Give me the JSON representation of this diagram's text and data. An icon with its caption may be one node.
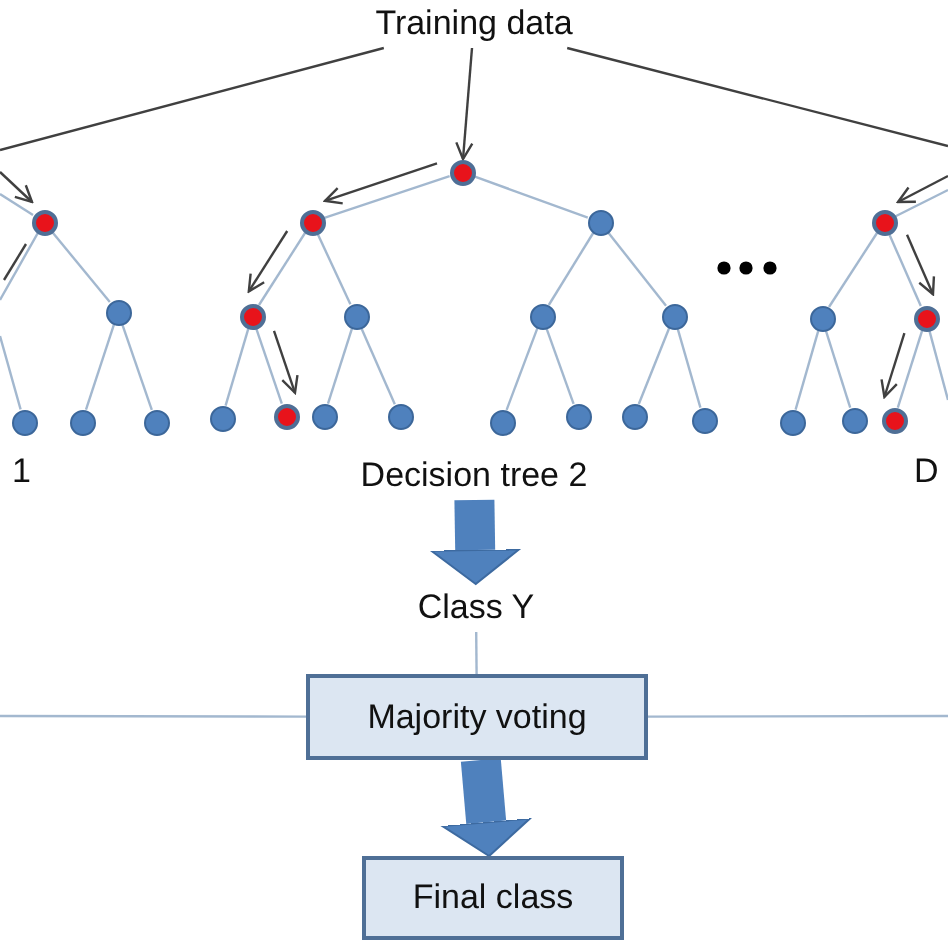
{
  "diagram": {
    "nodes": [
      {
        "text": [
          "Training data"
        ]
      },
      {
        "text": [],
        "shape": "circle"
      },
      {
        "text": [],
        "shape": "circle"
      },
      {
        "text": [],
        "shape": "circle"
      },
      {
        "text": [],
        "shape": "circle"
      },
      {
        "text": [],
        "shape": "circle"
      },
      {
        "text": [],
        "shape": "circle"
      },
      {
        "text": [],
        "shape": "circle"
      },
      {
        "text": [],
        "shape": "circle"
      },
      {
        "text": [],
        "shape": "circle"
      },
      {
        "text": [],
        "shape": "circle"
      },
      {
        "text": [],
        "shape": "circle"
      },
      {
        "text": [],
        "shape": "circle"
      },
      {
        "text": [],
        "shape": "circle"
      },
      {
        "text": [],
        "shape": "circle"
      },
      {
        "text": [],
        "shape": "circle"
      },
      {
        "text": [],
        "shape": "circle"
      },
      {
        "text": [],
        "shape": "circle"
      },
      {
        "text": [],
        "shape": "circle"
      },
      {
        "text": [],
        "shape": "circle"
      },
      {
        "text": [],
        "shape": "circle"
      },
      {
        "text": [],
        "shape": "circle"
      },
      {
        "text": [],
        "shape": "circle"
      },
      {
        "text": [],
        "shape": "circle"
      },
      {
        "text": [],
        "shape": "circle"
      },
      {
        "text": [],
        "shape": "circle"
      },
      {
        "text": [],
        "shape": "circle"
      },
      {
        "text": [
          "Decision tree 2"
        ]
      },
      {
        "text": [
          "Class Y"
        ]
      },
      {
        "text": [
          "Majority voting"
        ]
      },
      {
        "text": [
          "Final class"
        ]
      }
    ],
    "edges": [
      {
        "from": 0,
        "to": null,
        "arrow": "none",
        "color": "#404040"
      },
      {
        "from": 0,
        "to": 6,
        "arrow": "to",
        "color": "#404040"
      },
      {
        "from": 0,
        "to": null,
        "arrow": "none",
        "color": "#404040"
      },
      {
        "from": null,
        "to": 1,
        "arrow": "none"
      },
      {
        "from": 1,
        "to": null,
        "arrow": "none"
      },
      {
        "from": 1,
        "to": 2,
        "arrow": "none"
      },
      {
        "from": null,
        "to": 3,
        "arrow": "none"
      },
      {
        "from": 2,
        "to": 4,
        "arrow": "none"
      },
      {
        "from": 2,
        "to": 5,
        "arrow": "none"
      },
      {
        "from": null,
        "to": 1,
        "arrow": "to",
        "color": "#404040"
      },
      {
        "from": 1,
        "to": null,
        "arrow": "none",
        "color": "#404040"
      },
      {
        "from": 6,
        "to": 7,
        "arrow": "none"
      },
      {
        "from": 6,
        "to": 8,
        "arrow": "none"
      },
      {
        "from": 7,
        "to": 9,
        "arrow": "none"
      },
      {
        "from": 7,
        "to": 10,
        "arrow": "none"
      },
      {
        "from": 8,
        "to": 11,
        "arrow": "none"
      },
      {
        "from": 8,
        "to": 12,
        "arrow": "none"
      },
      {
        "from": 9,
        "to": 13,
        "arrow": "none"
      },
      {
        "from": 9,
        "to": 14,
        "arrow": "none"
      },
      {
        "from": 10,
        "to": 15,
        "arrow": "none"
      },
      {
        "from": 10,
        "to": 16,
        "arrow": "none"
      },
      {
        "from": 11,
        "to": 17,
        "arrow": "none"
      },
      {
        "from": 11,
        "to": 18,
        "arrow": "none"
      },
      {
        "from": 12,
        "to": 19,
        "arrow": "none"
      },
      {
        "from": 12,
        "to": 20,
        "arrow": "none"
      },
      {
        "from": 6,
        "to": 7,
        "arrow": "to",
        "color": "#404040"
      },
      {
        "from": 7,
        "to": 9,
        "arrow": "to",
        "color": "#404040"
      },
      {
        "from": 9,
        "to": 14,
        "arrow": "to",
        "color": "#404040"
      },
      {
        "from": null,
        "to": 21,
        "arrow": "none"
      },
      {
        "from": 21,
        "to": 22,
        "arrow": "none"
      },
      {
        "from": 21,
        "to": 23,
        "arrow": "none"
      },
      {
        "from": 22,
        "to": 24,
        "arrow": "none"
      },
      {
        "from": 22,
        "to": 25,
        "arrow": "none"
      },
      {
        "from": 23,
        "to": 26,
        "arrow": "none"
      },
      {
        "from": 23,
        "to": null,
        "arrow": "none"
      },
      {
        "from": null,
        "to": 21,
        "arrow": "to",
        "color": "#404040"
      },
      {
        "from": 21,
        "to": 23,
        "arrow": "to",
        "color": "#404040"
      },
      {
        "from": 23,
        "to": 26,
        "arrow": "to",
        "color": "#404040"
      },
      {
        "from": 27,
        "to": 28,
        "arrow": "to",
        "style": "thick",
        "color": "#4f81bd"
      },
      {
        "from": 28,
        "to": 29,
        "arrow": "none"
      },
      {
        "from": null,
        "to": 29,
        "arrow": "none"
      },
      {
        "from": null,
        "to": 29,
        "arrow": "none"
      },
      {
        "from": 29,
        "to": 30,
        "arrow": "to",
        "style": "thick",
        "color": "#4f81bd"
      }
    ],
    "labels": [
      "1",
      "D"
    ]
  }
}
